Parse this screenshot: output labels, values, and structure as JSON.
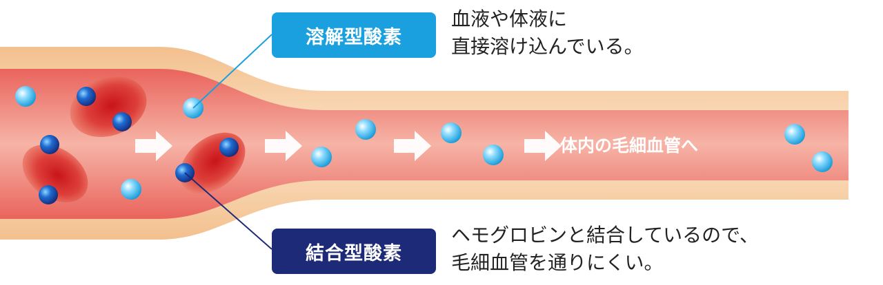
{
  "dissolved": {
    "label": "溶解型酸素",
    "description_line1": "血液や体液に",
    "description_line2": "直接溶け込んでいる。"
  },
  "bound": {
    "label": "結合型酸素",
    "description_line1": "ヘモグロビンと結合しているので、",
    "description_line2": "毛細血管を通りにくい。"
  },
  "capillary_text": "体内の毛細血管へ",
  "colors": {
    "vessel_outer": "#f6cfa3",
    "vessel_inner": "#ee7f74",
    "red_cell": "#d42b2b",
    "dissolved_oxygen": "#1aa0df",
    "bound_oxygen": "#1c2a78",
    "arrow": "#ffffff"
  }
}
